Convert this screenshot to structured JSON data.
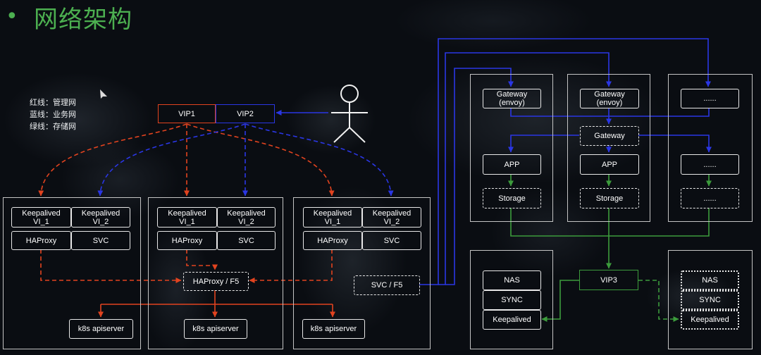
{
  "title": {
    "bullet": "•",
    "text": "网络架构"
  },
  "legend": [
    "红线：管理网",
    "蓝线：业务网",
    "绿线：存储网"
  ],
  "colors": {
    "title": "#4caf50",
    "management_line": "#e2431f",
    "business_line": "#2a36e4",
    "storage_line": "#3c9c3c",
    "box_border": "#e8e8e8",
    "group_border": "#c4c4c4",
    "background": "#0a0d12"
  },
  "icons": {
    "user": "user-icon",
    "cursor": "cursor-icon"
  },
  "vips": {
    "vip1": "VIP1",
    "vip2": "VIP2",
    "vip3": "VIP3"
  },
  "lb_groups": [
    {
      "keepalived_1": {
        "line1": "Keepalived",
        "line2": "VI_1"
      },
      "keepalived_2": {
        "line1": "Keepalived",
        "line2": "VI_2"
      },
      "haproxy": "HAProxy",
      "svc": "SVC",
      "apiserver": "k8s apiserver"
    },
    {
      "keepalived_1": {
        "line1": "Keepalived",
        "line2": "VI_1"
      },
      "keepalived_2": {
        "line1": "Keepalived",
        "line2": "VI_2"
      },
      "haproxy": "HAProxy",
      "svc": "SVC",
      "load_balancer": "HAProxy / F5",
      "apiserver": "k8s apiserver"
    },
    {
      "keepalived_1": {
        "line1": "Keepalived",
        "line2": "VI_1"
      },
      "keepalived_2": {
        "line1": "Keepalived",
        "line2": "VI_2"
      },
      "haproxy": "HAProxy",
      "svc": "SVC",
      "service_lb": "SVC / F5",
      "apiserver": "k8s apiserver"
    }
  ],
  "app_columns": [
    {
      "gateway_envoy": {
        "line1": "Gateway",
        "line2": "(envoy)"
      },
      "app": "APP",
      "storage": "Storage"
    },
    {
      "gateway_envoy": {
        "line1": "Gateway",
        "line2": "(envoy)"
      },
      "gateway": "Gateway",
      "app": "APP",
      "storage": "Storage"
    },
    {
      "top": "......",
      "middle": "......",
      "bottom": "......"
    }
  ],
  "storage_clusters": [
    {
      "nas": "NAS",
      "sync": "SYNC",
      "keepalived": "Keepalived"
    },
    {
      "nas": "NAS",
      "sync": "SYNC",
      "keepalived": "Keepalived"
    }
  ]
}
